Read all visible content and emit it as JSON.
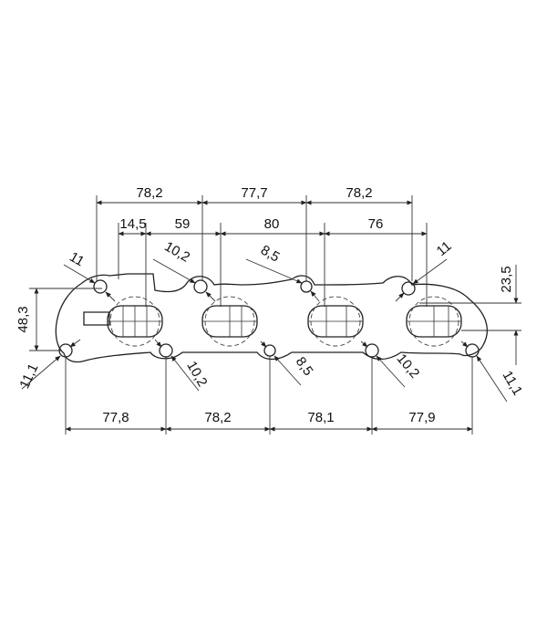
{
  "dimensions": {
    "top_row": [
      "78,2",
      "77,7",
      "78,2"
    ],
    "second_row": [
      "14,5",
      "59",
      "80",
      "76"
    ],
    "bottom_row": [
      "77,8",
      "78,2",
      "78,1",
      "77,9"
    ],
    "left_height": "48,3",
    "right_height": "23,5"
  },
  "hole_callouts": {
    "top": [
      "11",
      "10,2",
      "8,5",
      "11"
    ],
    "bottom": [
      "11,1",
      "10,2",
      "8,5",
      "10,2",
      "11,1"
    ]
  }
}
